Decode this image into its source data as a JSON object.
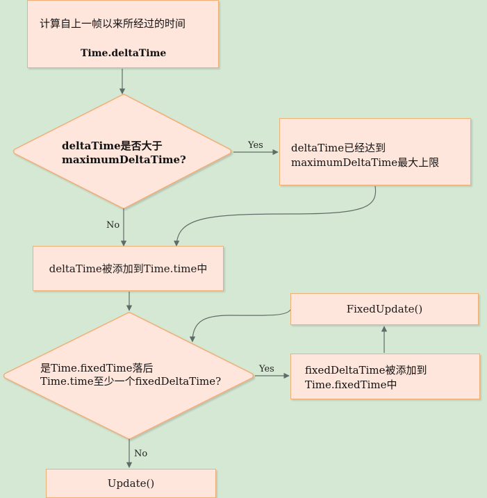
{
  "nodes": {
    "start_line1": "计算自上一帧以来所经过的时间",
    "start_line2": "Time.deltaTime",
    "decision1_line1": "deltaTime是否大于",
    "decision1_line2": "maximumDeltaTime?",
    "clamp_line1": "deltaTime已经达到",
    "clamp_line2": "maximumDeltaTime最大上限",
    "add_time": "deltaTime被添加到Time.time中",
    "decision2_line1": "是Time.fixedTime落后",
    "decision2_line2": "Time.time至少一个fixedDeltaTime?",
    "fixed_add_line1": "fixedDeltaTime被添加到",
    "fixed_add_line2": "Time.fixedTime中",
    "fixed_update": "FixedUpdate()",
    "update": "Update()"
  },
  "edges": {
    "d1_yes": "Yes",
    "d1_no": "No",
    "d2_yes": "Yes",
    "d2_no": "No"
  },
  "colors": {
    "background": "#d5e8d4",
    "node_fill": "#ffe6dc",
    "node_stroke": "#f0ae75",
    "arrow": "#5f6b66"
  }
}
